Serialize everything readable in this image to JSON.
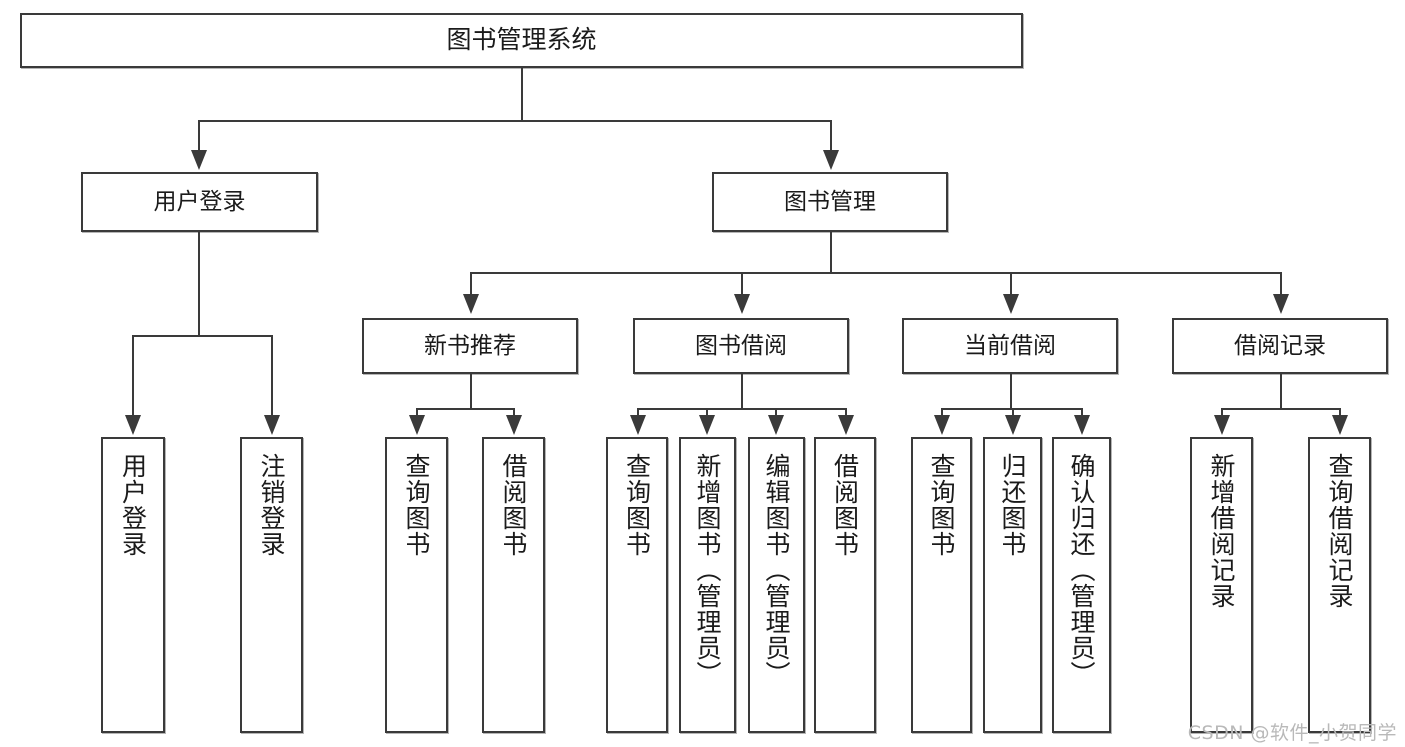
{
  "diagram": {
    "type": "tree-hierarchy",
    "title": "图书管理系统",
    "root": {
      "id": "root",
      "label": "图书管理系统"
    },
    "level2": [
      {
        "id": "user-login",
        "label": "用户登录"
      },
      {
        "id": "book-management",
        "label": "图书管理"
      }
    ],
    "level3": [
      {
        "id": "new-book-recommend",
        "label": "新书推荐",
        "parent": "book-management"
      },
      {
        "id": "book-borrow",
        "label": "图书借阅",
        "parent": "book-management"
      },
      {
        "id": "current-borrow",
        "label": "当前借阅",
        "parent": "book-management"
      },
      {
        "id": "borrow-record",
        "label": "借阅记录",
        "parent": "book-management"
      }
    ],
    "leaves": [
      {
        "id": "leaf-user-login",
        "label": "用户登录",
        "parent": "user-login"
      },
      {
        "id": "leaf-user-logout",
        "label": "注销登录",
        "parent": "user-login"
      },
      {
        "id": "leaf-query-book-1",
        "label": "查询图书",
        "parent": "new-book-recommend"
      },
      {
        "id": "leaf-borrow-book-1",
        "label": "借阅图书",
        "parent": "new-book-recommend"
      },
      {
        "id": "leaf-query-book-2",
        "label": "查询图书",
        "parent": "book-borrow"
      },
      {
        "id": "leaf-add-book",
        "label": "新增图书（管理员）",
        "parent": "book-borrow"
      },
      {
        "id": "leaf-edit-book",
        "label": "编辑图书（管理员）",
        "parent": "book-borrow"
      },
      {
        "id": "leaf-borrow-book-2",
        "label": "借阅图书",
        "parent": "book-borrow"
      },
      {
        "id": "leaf-query-book-3",
        "label": "查询图书",
        "parent": "current-borrow"
      },
      {
        "id": "leaf-return-book",
        "label": "归还图书",
        "parent": "current-borrow"
      },
      {
        "id": "leaf-confirm-return",
        "label": "确认归还（管理员）",
        "parent": "current-borrow"
      },
      {
        "id": "leaf-add-record",
        "label": "新增借阅记录",
        "parent": "borrow-record"
      },
      {
        "id": "leaf-query-record",
        "label": "查询借阅记录",
        "parent": "borrow-record"
      }
    ],
    "colors": {
      "stroke": "#3a3a3a",
      "fill": "#ffffff",
      "text": "#1b1b1b",
      "watermark": "#b9b9b9"
    }
  },
  "watermark": {
    "text": "CSDN @软件_小贺同学"
  }
}
